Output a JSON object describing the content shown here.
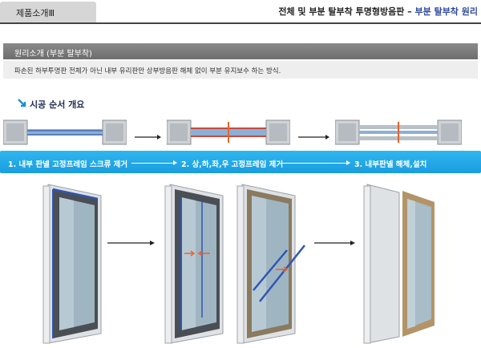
{
  "header": {
    "tab_label": "제품소개Ⅲ",
    "title_main": "전체 및 부분 탈부착 투명형방음판 – ",
    "title_accent": "부분 탈부착 원리"
  },
  "section": {
    "title": "원리소개 (부분 탈부착)",
    "description": "파손된 하부투명판 전체가 아닌 내부 유리판만 상부방음판 해체 없이 부분 유지보수 하는 방식."
  },
  "procedure": {
    "heading": "시공 순서 개요",
    "steps": [
      "1. 내부 판넬 고정프레임 스크류 제거",
      "2. 상,하,좌,우 고정프레임 제거",
      "3. 내부판넬 해체,설치"
    ]
  },
  "colors": {
    "accent_blue": "#2e4a9e",
    "step_bar": "#1a9ddf",
    "frame_highlight": "#2f55b5",
    "panel_wood": "#b39468",
    "marker_orange": "#e8622a"
  },
  "icons": {
    "bullet": "arrow-down-right-icon",
    "flow_arrow": "arrow-right-icon"
  }
}
